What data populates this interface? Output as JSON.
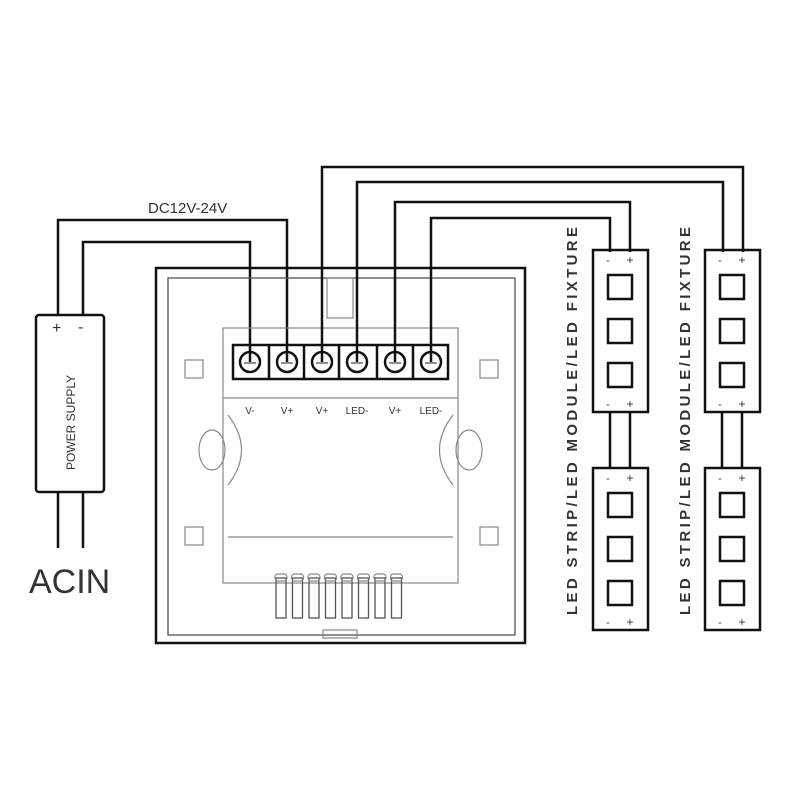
{
  "supply_label": "DC12V-24V",
  "power_supply": {
    "label": "POWER SUPPLY",
    "plus": "+",
    "minus": "-"
  },
  "ac_input": "ACIN",
  "terminals": [
    "V-",
    "V+",
    "V+",
    "LED-",
    "V+",
    "LED-"
  ],
  "led_label": "LED STRIP/LED MODULE/LED FIXTURE",
  "module_polarity": {
    "minus": "-",
    "plus": "+"
  }
}
